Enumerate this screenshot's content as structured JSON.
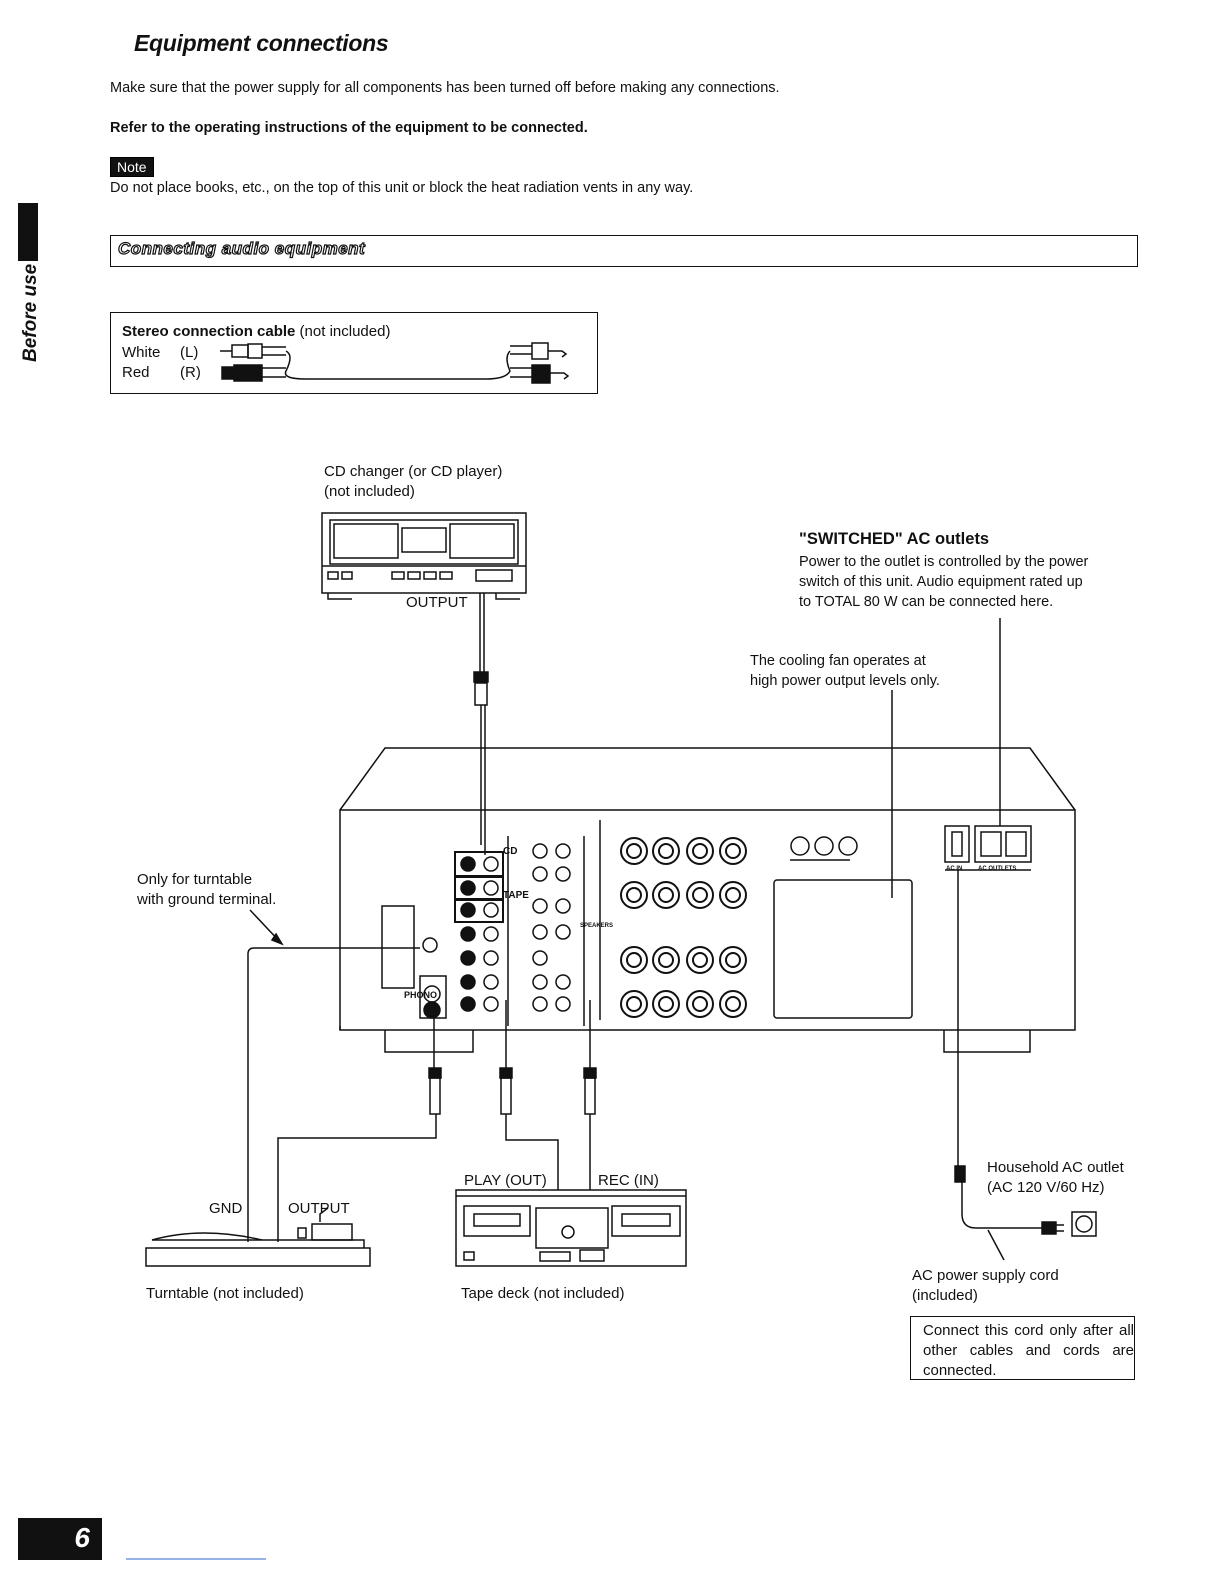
{
  "page": {
    "title": "Equipment connections",
    "intro": "Make sure that the power supply for all components has been turned off before making any connections.",
    "refer": "Refer to the operating instructions of the equipment to be connected.",
    "note_badge": "Note",
    "note_text": "Do not place books, etc., on the top of this unit or block the heat radiation vents in any way.",
    "side_tab": "Before use",
    "section_heading": "Connecting audio equipment",
    "page_number": "6"
  },
  "cable_box": {
    "title_bold": "Stereo connection cable",
    "title_rest": " (not included)",
    "white": "White",
    "white_ch": "(L)",
    "red": "Red",
    "red_ch": "(R)"
  },
  "diagram": {
    "cd_label_1": "CD changer (or CD player)",
    "cd_label_2": "(not included)",
    "cd_output": "OUTPUT",
    "switched_title": "\"SWITCHED\" AC outlets",
    "switched_1": "Power to the outlet is controlled by the power",
    "switched_2": "switch of this unit. Audio equipment rated up",
    "switched_3": "to TOTAL 80 W can be connected here.",
    "fan_1": "The cooling fan operates at",
    "fan_2": "high power output levels only.",
    "turntable_note_1": "Only for turntable",
    "turntable_note_2": "with ground terminal.",
    "gnd": "GND",
    "tt_output": "OUTPUT",
    "turntable": "Turntable (not included)",
    "play_out": "PLAY (OUT)",
    "rec_in": "REC (IN)",
    "tape_deck": "Tape deck (not included)",
    "household_1": "Household AC outlet",
    "household_2": "(AC 120 V/60 Hz)",
    "ac_cord_1": "AC power supply cord",
    "ac_cord_2": "(included)",
    "callout": "Connect this cord only after all other cables and cords are connected."
  },
  "panel": {
    "cd": "CD",
    "tape": "TAPE",
    "phono": "PHONO",
    "speakers": "SPEAKERS",
    "ac_outlets": "AC OUTLETS",
    "ac_in": "AC IN"
  }
}
